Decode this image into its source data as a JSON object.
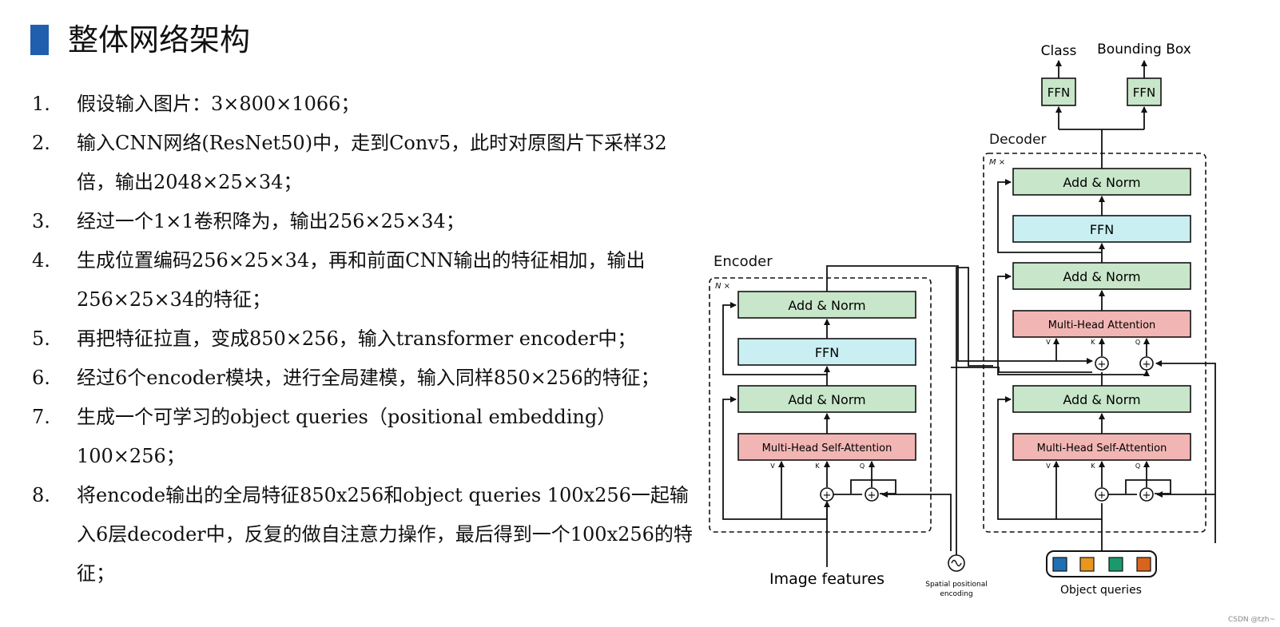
{
  "slide": {
    "title": "整体网络架构",
    "accent_color": "#1f5fad",
    "steps": [
      {
        "num": "1.",
        "text": "假设输入图片：3×800×1066；"
      },
      {
        "num": "2.",
        "text": "输入CNN网络(ResNet50)中，走到Conv5，此时对原图片下采样32倍，输出2048×25×34；"
      },
      {
        "num": "3.",
        "text": "经过一个1×1卷积降为，输出256×25×34；"
      },
      {
        "num": "4.",
        "text": "生成位置编码256×25×34，再和前面CNN输出的特征相加，输出256×25×34的特征；"
      },
      {
        "num": "5.",
        "text": "再把特征拉直，变成850×256，输入transformer encoder中；"
      },
      {
        "num": "6.",
        "text": "经过6个encoder模块，进行全局建模，输入同样850×256的特征；"
      },
      {
        "num": "7.",
        "text": "生成一个可学习的object queries（positional embedding）100×256；"
      },
      {
        "num": "8.",
        "text": "将encode输出的全局特征850x256和object queries 100x256一起输入6层decoder中，反复的做自注意力操作，最后得到一个100x256的特征；"
      }
    ],
    "watermark": "CSDN @tzh~"
  },
  "diagram": {
    "colors": {
      "norm": "#c8e6c9",
      "ffn": "#c9eff2",
      "attn": "#f1b6b4",
      "line": "#111111"
    },
    "encoder": {
      "label": "Encoder",
      "repeat": "N ×",
      "add_norm_top": "Add & Norm",
      "ffn": "FFN",
      "add_norm_bottom": "Add & Norm",
      "attention": "Multi-Head Self-Attention",
      "v": "V",
      "k": "K",
      "q": "Q",
      "input_label": "Image features"
    },
    "decoder": {
      "label": "Decoder",
      "repeat": "M ×",
      "add_norm_3": "Add & Norm",
      "ffn": "FFN",
      "add_norm_2": "Add & Norm",
      "cross_attention": "Multi-Head Attention",
      "add_norm_1": "Add & Norm",
      "self_attention": "Multi-Head Self-Attention",
      "v": "V",
      "k": "K",
      "q": "Q"
    },
    "positional": {
      "label_line1": "Spatial positional",
      "label_line2": "encoding"
    },
    "queries": {
      "label": "Object queries",
      "colors": [
        "#1f6fb2",
        "#e8961e",
        "#1a9a6c",
        "#d9641e"
      ]
    },
    "heads": {
      "ffn_class": "FFN",
      "ffn_box": "FFN",
      "class_label": "Class",
      "box_label": "Bounding Box"
    }
  }
}
